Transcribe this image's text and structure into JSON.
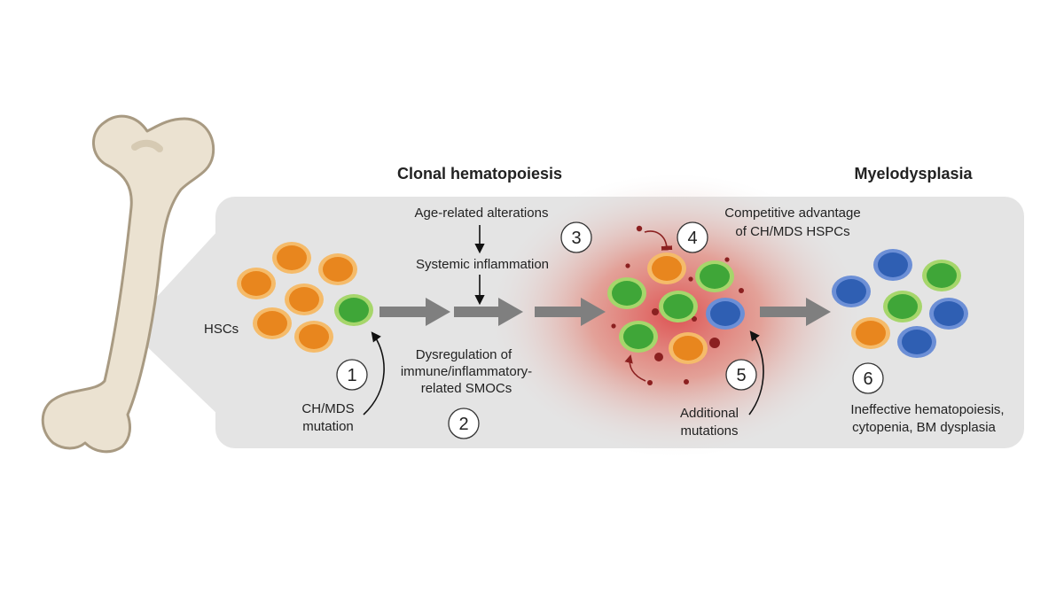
{
  "titles": {
    "clonal": "Clonal hematopoiesis",
    "myelo": "Myelodysplasia"
  },
  "labels": {
    "hscs": "HSCs",
    "age": "Age-related alterations",
    "systemic": "Systemic inflammation",
    "dysreg": [
      "Dysregulation of",
      "immune/inflammatory-",
      "related SMOCs"
    ],
    "mutation": [
      "CH/MDS",
      "mutation"
    ],
    "competitive": [
      "Competitive advantage",
      "of CH/MDS HSPCs"
    ],
    "additional": [
      "Additional",
      "mutations"
    ],
    "outcome": [
      "Ineffective hematopoiesis,",
      "cytopenia, BM dysplasia"
    ]
  },
  "steps": [
    "1",
    "2",
    "3",
    "4",
    "5",
    "6"
  ],
  "colors": {
    "panel": "#e4e4e4",
    "bone_fill": "#ebe2d1",
    "bone_stroke": "#a89a82",
    "orange_cell": "#e8861e",
    "orange_rim": "#f5bb6a",
    "green_cell": "#3fa638",
    "green_rim": "#a6d66b",
    "blue_cell": "#2f5fb3",
    "blue_rim": "#6c8fd6",
    "flow_arrow": "#7f7f7f",
    "inflammation": "#d83a3a",
    "cytokine": "#8b2020"
  }
}
